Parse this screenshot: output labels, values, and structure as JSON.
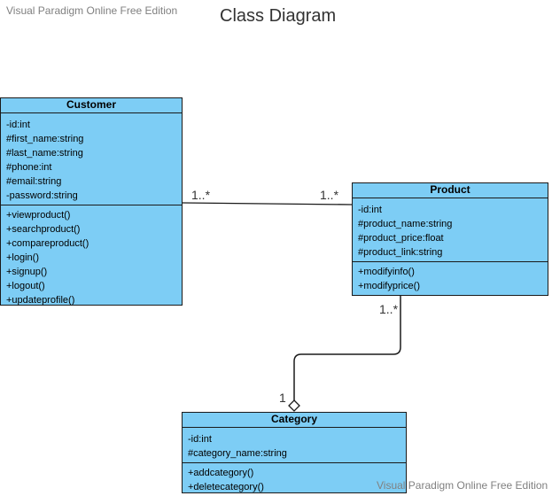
{
  "watermark_top": "Visual Paradigm Online Free Edition",
  "watermark_bottom": "Visual Paradigm Online Free Edition",
  "title": "Class Diagram",
  "classes": {
    "customer": {
      "name": "Customer",
      "attributes": [
        "-id:int",
        "#first_name:string",
        "#last_name:string",
        "#phone:int",
        "#email:string",
        "-password:string"
      ],
      "operations": [
        "+viewproduct()",
        "+searchproduct()",
        "+compareproduct()",
        "+login()",
        "+signup()",
        "+logout()",
        "+updateprofile()"
      ]
    },
    "product": {
      "name": "Product",
      "attributes": [
        "-id:int",
        "#product_name:string",
        "#product_price:float",
        "#product_link:string"
      ],
      "operations": [
        "+modifyinfo()",
        "+modifyprice()"
      ]
    },
    "category": {
      "name": "Category",
      "attributes": [
        "-id:int",
        "#category_name:string"
      ],
      "operations": [
        "+addcategory()",
        "+deletecategory()"
      ]
    }
  },
  "associations": [
    {
      "from": "Customer",
      "to": "Product",
      "type": "association",
      "from_mult": "1..*",
      "to_mult": "1..*"
    },
    {
      "from": "Product",
      "to": "Category",
      "type": "aggregation",
      "from_mult": "1..*",
      "to_mult": "1"
    }
  ],
  "colors": {
    "class_fill": "#7dcdf5",
    "border": "#1a1a1a"
  }
}
